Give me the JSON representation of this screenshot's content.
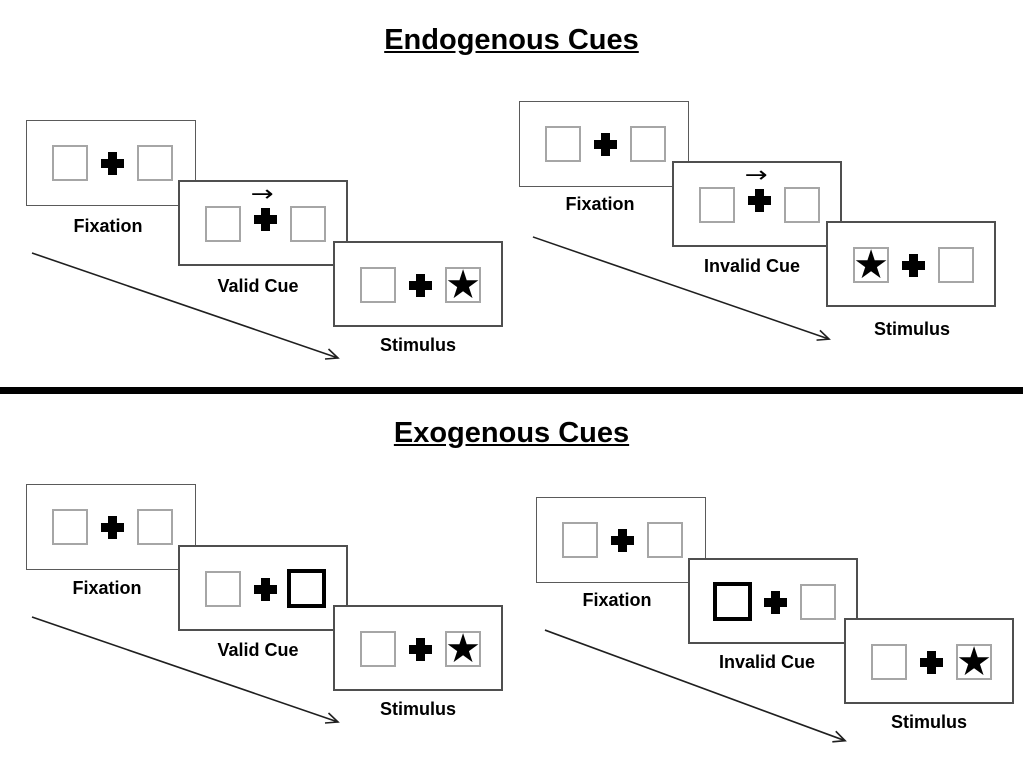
{
  "colors": {
    "background": "#ffffff",
    "ink": "#000000",
    "panel_border": "#4f4f4f",
    "square_border": "#a6a6a6"
  },
  "icons": {
    "star": "★",
    "cue_arrow": "→",
    "fixation_cross": "+"
  },
  "divider": "thick-horizontal-rule",
  "sections": [
    {
      "title": "Endogenous Cues",
      "sequences": [
        {
          "name": "valid-cue-sequence",
          "panels": [
            {
              "label": "Fixation",
              "left_box": "empty",
              "center": "fixation-cross",
              "right_box": "empty"
            },
            {
              "label": "Valid Cue",
              "left_box": "empty",
              "center": "fixation-cross",
              "cue": "arrow-pointing-right",
              "right_box": "empty"
            },
            {
              "label": "Stimulus",
              "left_box": "empty",
              "center": "fixation-cross",
              "right_box": "star"
            }
          ]
        },
        {
          "name": "invalid-cue-sequence",
          "panels": [
            {
              "label": "Fixation",
              "left_box": "empty",
              "center": "fixation-cross",
              "right_box": "empty"
            },
            {
              "label": "Invalid Cue",
              "left_box": "empty",
              "center": "fixation-cross",
              "cue": "arrow-pointing-right",
              "right_box": "empty"
            },
            {
              "label": "Stimulus",
              "left_box": "star",
              "center": "fixation-cross",
              "right_box": "empty"
            }
          ]
        }
      ]
    },
    {
      "title": "Exogenous Cues",
      "sequences": [
        {
          "name": "valid-cue-sequence",
          "panels": [
            {
              "label": "Fixation",
              "left_box": "empty",
              "center": "fixation-cross",
              "right_box": "empty"
            },
            {
              "label": "Valid Cue",
              "left_box": "empty",
              "center": "fixation-cross",
              "cue": "right-box-highlighted",
              "right_box": "empty-bold"
            },
            {
              "label": "Stimulus",
              "left_box": "empty",
              "center": "fixation-cross",
              "right_box": "star"
            }
          ]
        },
        {
          "name": "invalid-cue-sequence",
          "panels": [
            {
              "label": "Fixation",
              "left_box": "empty",
              "center": "fixation-cross",
              "right_box": "empty"
            },
            {
              "label": "Invalid Cue",
              "left_box": "empty-bold",
              "center": "fixation-cross",
              "cue": "left-box-highlighted",
              "right_box": "empty"
            },
            {
              "label": "Stimulus",
              "left_box": "empty",
              "center": "fixation-cross",
              "right_box": "star"
            }
          ]
        }
      ]
    }
  ]
}
